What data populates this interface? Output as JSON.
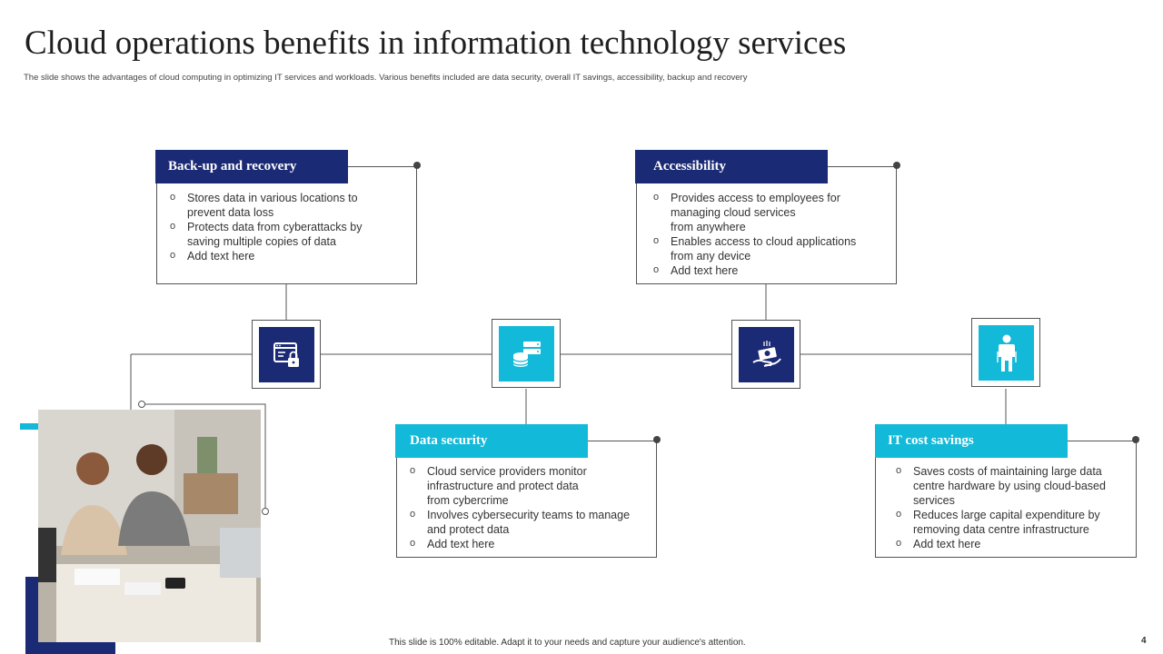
{
  "slide": {
    "title": "Cloud operations benefits in information technology services",
    "subtitle": "The slide shows the advantages of cloud computing in optimizing IT  services and workloads. Various benefits included are data security, overall IT savings, accessibility, backup and recovery",
    "footer": "This slide is 100% editable.  Adapt it to your needs and capture your audience's attention.",
    "page_number": "4"
  },
  "cards": [
    {
      "title": "Back-up and recovery",
      "icon": "browser-security-icon",
      "points": [
        "Stores data in various  locations to prevent  data loss",
        "Protects data from cyberattacks by saving  multiple copies of data",
        "Add text here"
      ]
    },
    {
      "title": "Data security",
      "icon": "database-server-icon",
      "points": [
        "Cloud service providers  monitor infrastructure  and protect data\nfrom cybercrime",
        "Involves  cybersecurity teams to manage and protect data",
        "Add text here"
      ]
    },
    {
      "title": "Accessibility",
      "icon": "money-hand-icon",
      "points": [
        "Provides  access to employees for managing cloud services\nfrom anywhere",
        "Enables access to cloud applications from any device",
        "Add text here"
      ]
    },
    {
      "title": "IT cost savings",
      "icon": "person-icon",
      "points": [
        "Saves costs of maintaining large data centre hardware  by using cloud-based services",
        "Reduces large capital expenditure  by removing  data centre infrastructure",
        "Add text here"
      ]
    }
  ],
  "colors": {
    "navy": "#1b2a74",
    "cyan": "#13b9d8"
  },
  "photo": {
    "icon": "business-meeting-photo"
  }
}
